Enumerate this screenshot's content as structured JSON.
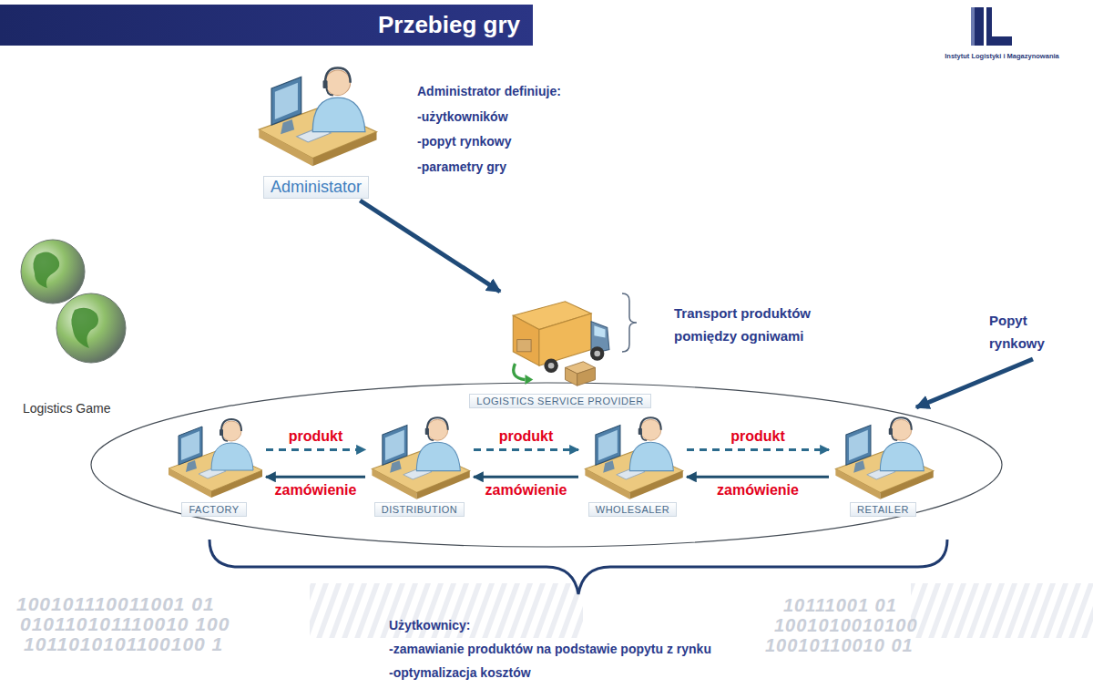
{
  "diagram": {
    "title": "Przebieg gry",
    "nodes": [
      {
        "text": [
          "Administator"
        ]
      },
      {
        "text": [
          "LOGISTICS SERVICE PROVIDER"
        ]
      },
      {
        "text": [
          "FACTORY"
        ]
      },
      {
        "text": [
          "DISTRIBUTION"
        ]
      },
      {
        "text": [
          "WHOLESALER"
        ]
      },
      {
        "text": [
          "RETAILER"
        ]
      }
    ],
    "edges": [
      {
        "from": 0,
        "to": 1,
        "arrow": "to"
      },
      {
        "from": 2,
        "to": 3,
        "label": "produkt",
        "arrow": "to"
      },
      {
        "from": 3,
        "to": 2,
        "label": "zamówienie",
        "arrow": "to"
      },
      {
        "from": 3,
        "to": 4,
        "label": "produkt",
        "arrow": "to"
      },
      {
        "from": 4,
        "to": 3,
        "label": "zamówienie",
        "arrow": "to"
      },
      {
        "from": 4,
        "to": 5,
        "label": "produkt",
        "arrow": "to"
      },
      {
        "from": 5,
        "to": 4,
        "label": "zamówienie",
        "arrow": "to"
      }
    ],
    "labels": [
      "Instytut Logistyki i Magazynowania",
      "Administrator definiuje:",
      "-użytkowników",
      "-popyt rynkowy",
      "-parametry gry",
      "Transport produktów pomiędzy ogniwami",
      "Popyt rynkowy",
      "Logistics Game",
      "Użytkownicy:",
      "-zamawianie produktów na podstawie popytu z rynku",
      "-optymalizacja kosztów",
      "100101110011001 01",
      "010110101110010 100",
      "1011010101100100 1",
      "10111001 01",
      "1001010010100",
      "10010110010 01"
    ]
  }
}
